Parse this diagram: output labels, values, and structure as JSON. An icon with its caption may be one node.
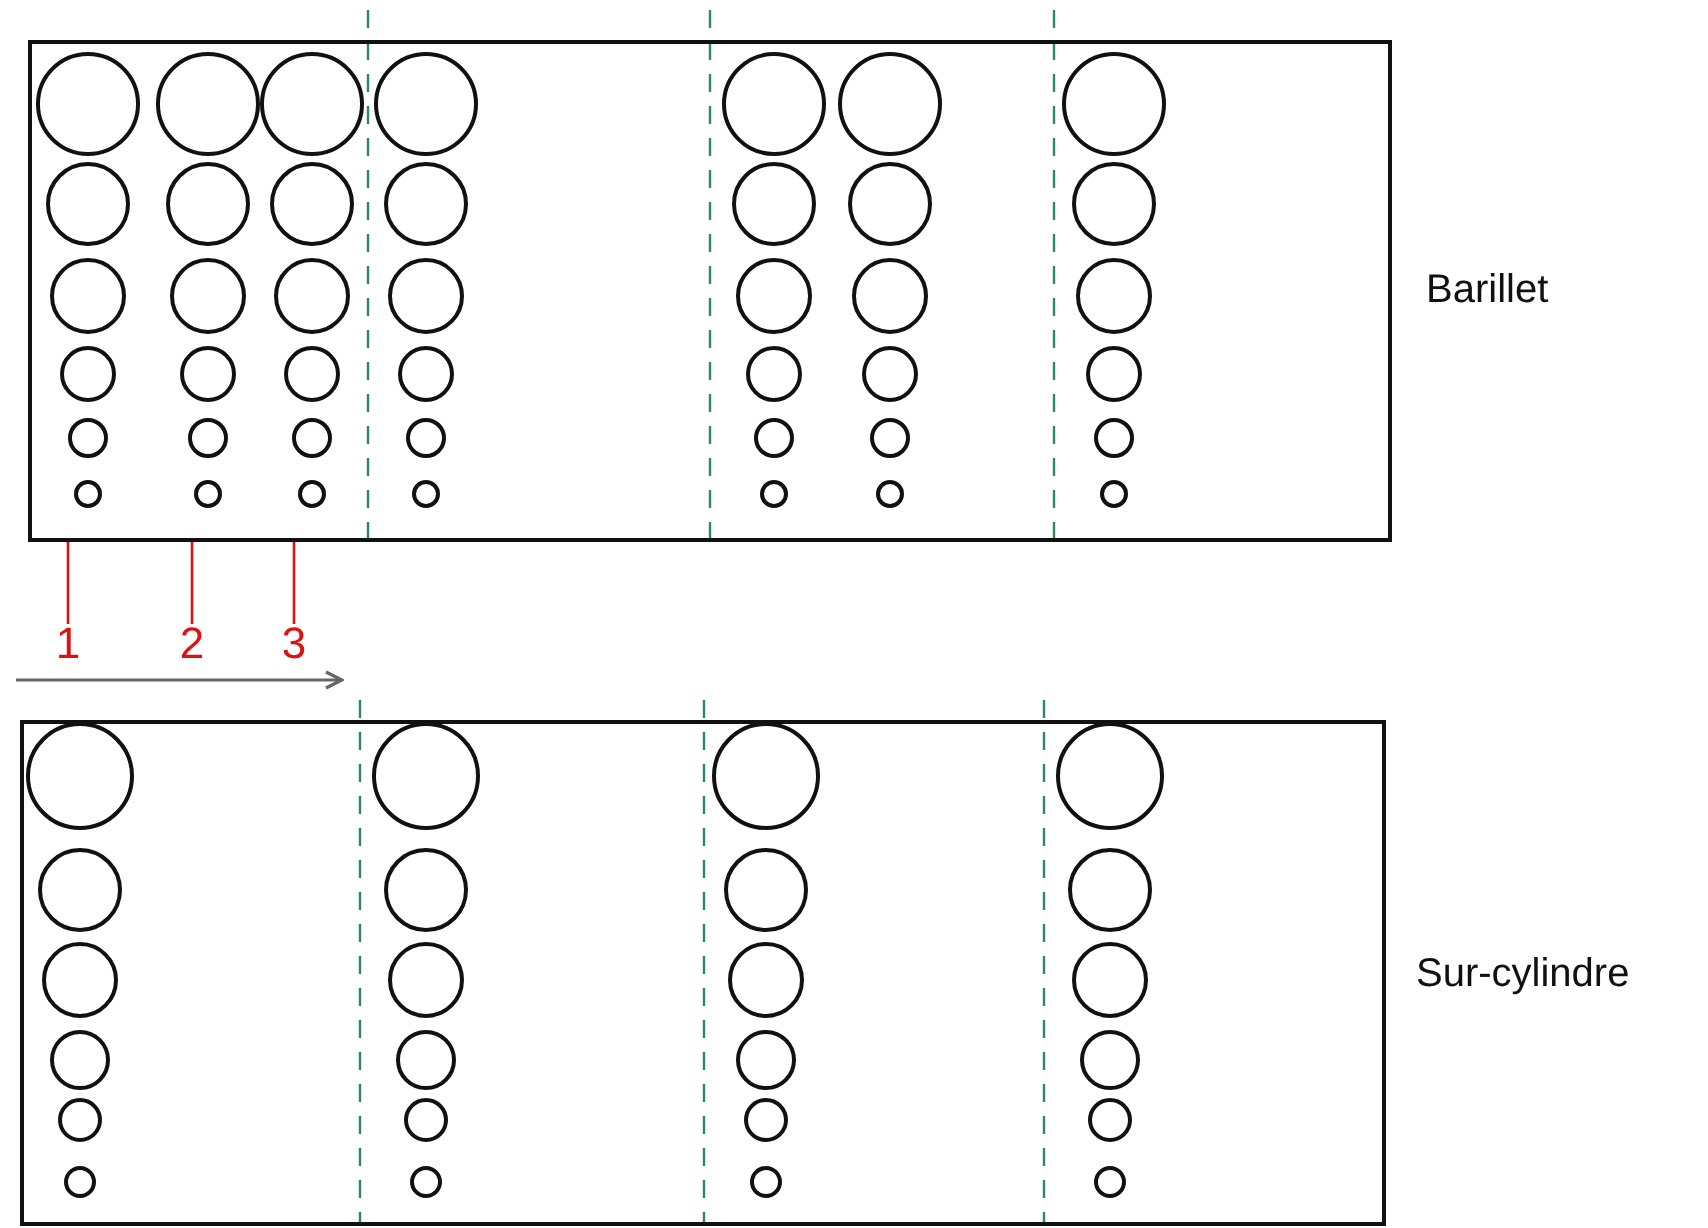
{
  "diagram": {
    "nodes": [
      {
        "text": [
          "Barillet"
        ]
      },
      {
        "text": [
          "Sur-cylindre"
        ]
      },
      {
        "text": [
          "1"
        ]
      },
      {
        "text": [
          "2"
        ]
      },
      {
        "text": [
          "3"
        ]
      }
    ],
    "edges": [
      {
        "from": 2,
        "to": 0,
        "arrow": "none"
      },
      {
        "from": 3,
        "to": 0,
        "arrow": "none"
      },
      {
        "from": 4,
        "to": 0,
        "arrow": "none"
      }
    ]
  }
}
